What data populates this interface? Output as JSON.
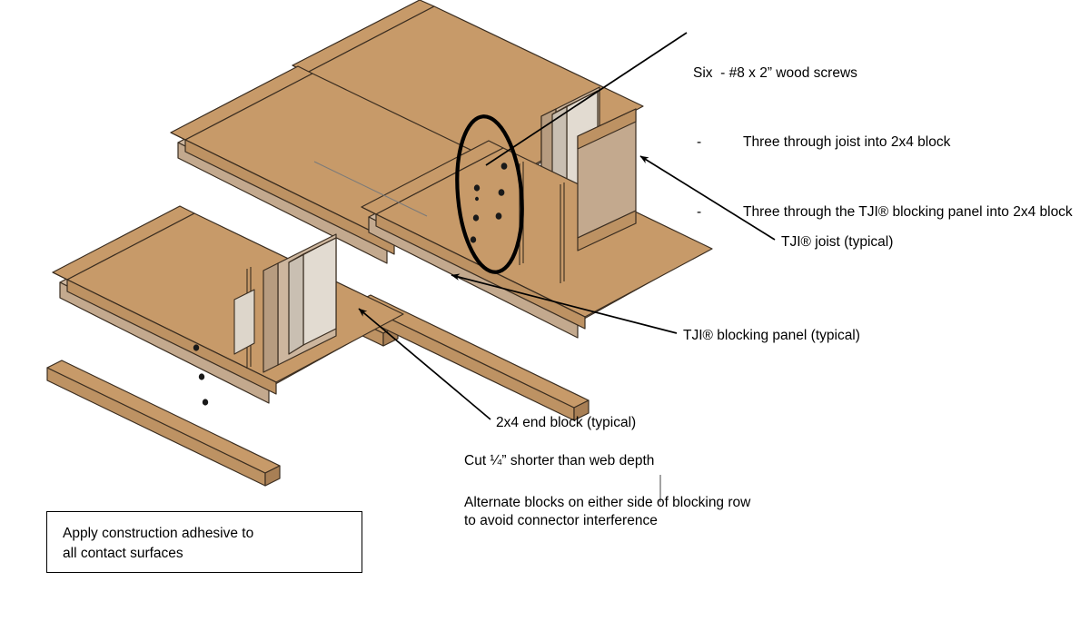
{
  "diagram": {
    "title": "TJI joist blocking panel with 2x4 end block connection detail",
    "colors": {
      "flange_top": "#c79a69",
      "flange_face": "#bd9263",
      "flange_side": "#a87f55",
      "web_light": "#cdb69e",
      "web_mid": "#c3a98e",
      "web_dark": "#b79c80",
      "block_light": "#e2dbd1",
      "block_mid": "#d6cdc1",
      "block_dark": "#c9bfb2",
      "outline": "#3a2d20",
      "annotation": "#000000",
      "background": "#ffffff"
    }
  },
  "callouts": {
    "screws": {
      "heading": "Six  - #8 x 2” wood screws",
      "bullets": [
        {
          "dash": "-",
          "text": "Three through joist into 2x4 block"
        },
        {
          "dash": "-",
          "text": "Three through the TJI® blocking panel into 2x4 block"
        }
      ]
    },
    "joist_label": "TJI® joist (typical)",
    "blocking_label": "TJI® blocking panel (typical)",
    "end_block_label": "2x4 end block (typical)",
    "cut_note": "Cut ¼” shorter than web depth",
    "alternate_note": "Alternate blocks on either side of blocking row\nto avoid connector interference"
  },
  "note_box": {
    "line1": "Apply construction adhesive to",
    "line2": "all contact surfaces"
  },
  "screw_marks": {
    "highlighted_count": 6,
    "left_joist_count": 3
  }
}
